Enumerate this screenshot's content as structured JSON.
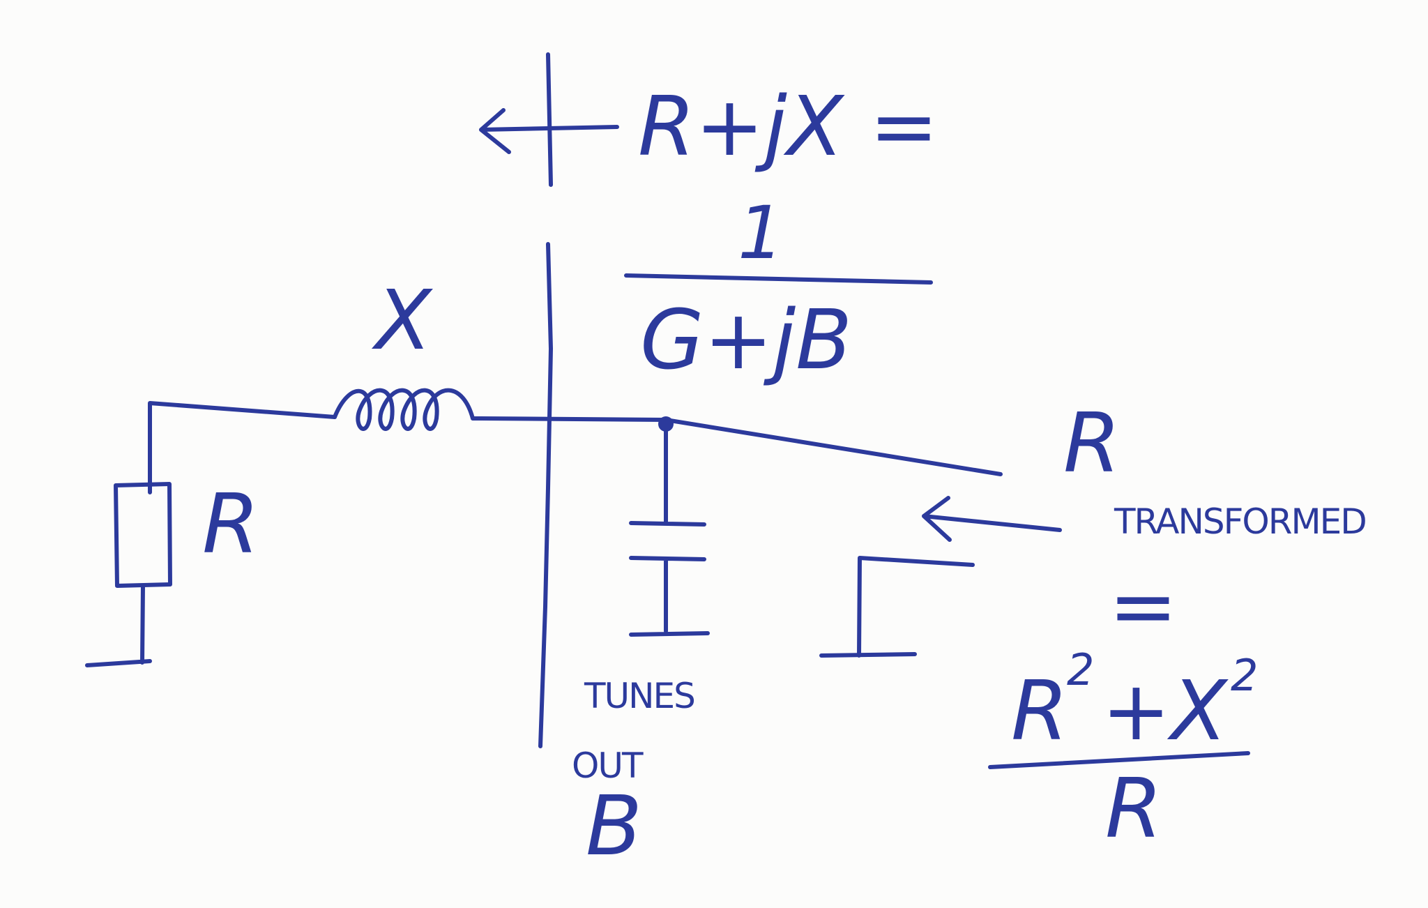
{
  "labels": {
    "impedance": "R+jX =",
    "numerator": "1",
    "admittance": "G+jB",
    "inductor": "X",
    "resistor": "R",
    "r_main": "R",
    "r_sub": "TRANSFORMED",
    "equals": "=",
    "formula_base": "R",
    "formula_exp1": "2",
    "formula_plus": "+X",
    "formula_exp2": "2",
    "formula_den": "R",
    "tunes_line1": "TUNES",
    "tunes_line2": "OUT",
    "tunes_line3": "B"
  },
  "colors": {
    "ink": "#2c3a9c",
    "paper": "#fcfcfb"
  }
}
